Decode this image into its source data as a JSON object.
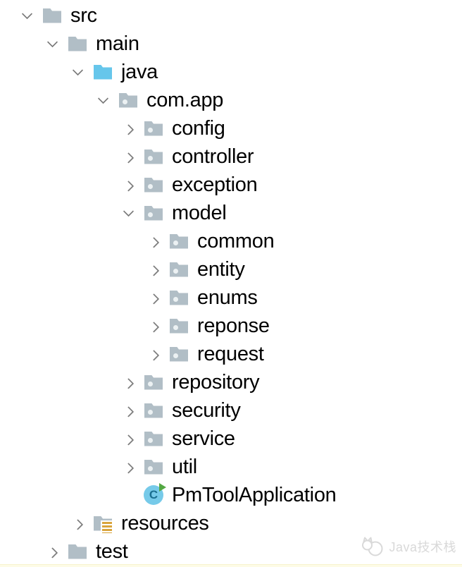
{
  "tree": {
    "rows": [
      {
        "label": "src",
        "level": 0,
        "icon": "folder",
        "chevron": "expanded"
      },
      {
        "label": "main",
        "level": 1,
        "icon": "folder",
        "chevron": "expanded"
      },
      {
        "label": "java",
        "level": 2,
        "icon": "folder-sources",
        "chevron": "expanded"
      },
      {
        "label": "com.app",
        "level": 3,
        "icon": "package",
        "chevron": "expanded"
      },
      {
        "label": "config",
        "level": 4,
        "icon": "package",
        "chevron": "collapsed"
      },
      {
        "label": "controller",
        "level": 4,
        "icon": "package",
        "chevron": "collapsed"
      },
      {
        "label": "exception",
        "level": 4,
        "icon": "package",
        "chevron": "collapsed"
      },
      {
        "label": "model",
        "level": 4,
        "icon": "package",
        "chevron": "expanded"
      },
      {
        "label": "common",
        "level": 5,
        "icon": "package",
        "chevron": "collapsed"
      },
      {
        "label": "entity",
        "level": 5,
        "icon": "package",
        "chevron": "collapsed"
      },
      {
        "label": "enums",
        "level": 5,
        "icon": "package",
        "chevron": "collapsed"
      },
      {
        "label": "reponse",
        "level": 5,
        "icon": "package",
        "chevron": "collapsed"
      },
      {
        "label": "request",
        "level": 5,
        "icon": "package",
        "chevron": "collapsed"
      },
      {
        "label": "repository",
        "level": 4,
        "icon": "package",
        "chevron": "collapsed"
      },
      {
        "label": "security",
        "level": 4,
        "icon": "package",
        "chevron": "collapsed"
      },
      {
        "label": "service",
        "level": 4,
        "icon": "package",
        "chevron": "collapsed"
      },
      {
        "label": "util",
        "level": 4,
        "icon": "package",
        "chevron": "collapsed"
      },
      {
        "label": "PmToolApplication",
        "level": 4,
        "icon": "class-runnable",
        "chevron": "none"
      },
      {
        "label": "resources",
        "level": 2,
        "icon": "folder-resources",
        "chevron": "collapsed"
      },
      {
        "label": "test",
        "level": 1,
        "icon": "folder",
        "chevron": "collapsed"
      }
    ]
  },
  "class_icon": {
    "letter": "C"
  },
  "watermark": {
    "label": "Java技术栈",
    "icon": "cat-logo"
  },
  "icon_names": {
    "folder": "folder-icon",
    "folder-sources": "sources-root-folder-icon",
    "package": "package-folder-icon",
    "folder-resources": "resources-root-folder-icon",
    "class-runnable": "runnable-class-icon"
  },
  "colors": {
    "folder_gray": "#B1BEC6",
    "folder_blue": "#66C6EB",
    "package_dot": "#ECF1F3",
    "resources_bars": "#D9A43C",
    "class_circle": "#76CAE9",
    "class_letter": "#1B6F90",
    "run_triangle": "#53A843",
    "chevron": "#7E7E7E",
    "text": "#000000",
    "watermark": "#D9D9D9"
  }
}
